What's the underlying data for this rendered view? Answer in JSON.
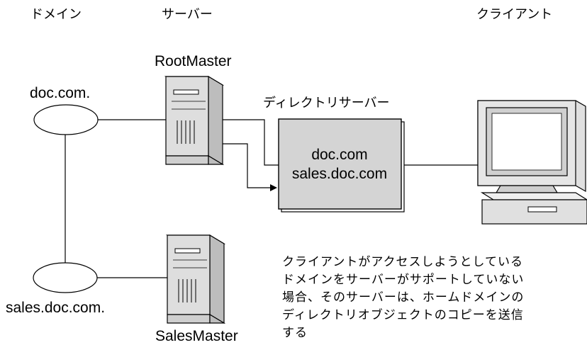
{
  "headers": {
    "domain": "ドメイン",
    "server": "サーバー",
    "client": "クライアント"
  },
  "domains": {
    "top": "doc.com.",
    "bottom": "sales.doc.com."
  },
  "servers": {
    "root": "RootMaster",
    "sales": "SalesMaster"
  },
  "directory": {
    "title": "ディレクトリサーバー",
    "entries": [
      "doc.com",
      "sales.doc.com"
    ]
  },
  "note": {
    "lines": [
      "クライアントがアクセスしようとしている",
      "ドメインをサーバーがサポートしていない",
      "場合、そのサーバーは、ホームドメインの",
      "ディレクトリオブジェクトのコピーを送信",
      "する"
    ]
  },
  "colors": {
    "directory_box_fill": "#d4d4d4",
    "server_fill": "#dedede",
    "monitor_fill": "#e0e0e0"
  },
  "icons": {
    "server": "server-tower-icon",
    "client": "desktop-computer-icon"
  }
}
